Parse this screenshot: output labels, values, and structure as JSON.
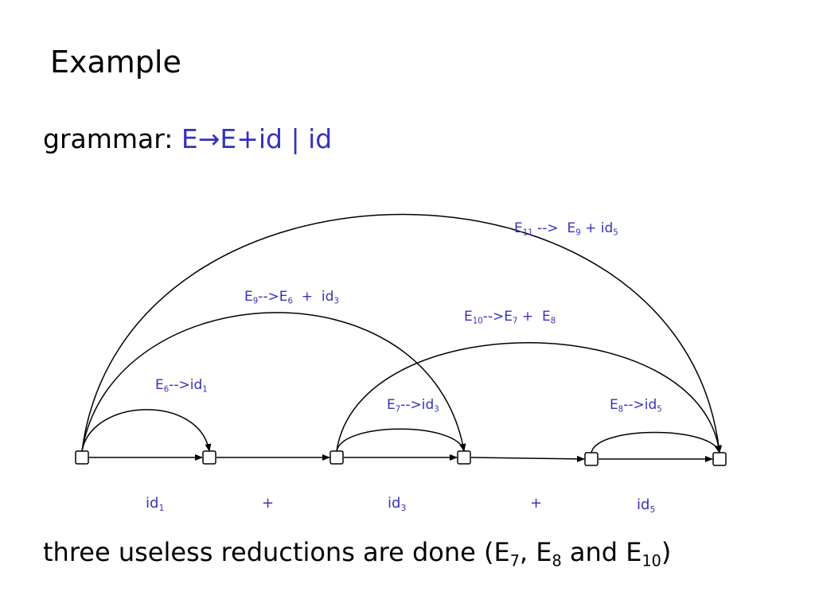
{
  "slide": {
    "title": "Example",
    "grammar_prefix": "grammar:",
    "grammar_rule": "E→E+id | id",
    "footer": {
      "text": "three useless reductions are done (E",
      "sub1": "7",
      "sep1": ", E",
      "sub2": "8",
      "sep2": " and E",
      "sub3": "10",
      "end": ")"
    }
  },
  "tokens": [
    {
      "base": "id",
      "sub": "1"
    },
    {
      "base": "+",
      "sub": ""
    },
    {
      "base": "id",
      "sub": "3"
    },
    {
      "base": "+",
      "sub": ""
    },
    {
      "base": "id",
      "sub": "5"
    }
  ],
  "edges": [
    {
      "lhs": "E",
      "lhs_sub": "6",
      "arrow": "-->",
      "rhs1": "id",
      "rhs1_sub": "1",
      "plus": "",
      "rhs2": "",
      "rhs2_sub": ""
    },
    {
      "lhs": "E",
      "lhs_sub": "7",
      "arrow": "-->",
      "rhs1": "id",
      "rhs1_sub": "3",
      "plus": "",
      "rhs2": "",
      "rhs2_sub": ""
    },
    {
      "lhs": "E",
      "lhs_sub": "8",
      "arrow": "-->",
      "rhs1": "id",
      "rhs1_sub": "5",
      "plus": "",
      "rhs2": "",
      "rhs2_sub": ""
    },
    {
      "lhs": "E",
      "lhs_sub": "9",
      "arrow": "-->",
      "rhs1": "E",
      "rhs1_sub": "6",
      "plus": "  +  ",
      "rhs2": "id",
      "rhs2_sub": "3"
    },
    {
      "lhs": "E",
      "lhs_sub": "10",
      "arrow": "-->",
      "rhs1": "E",
      "rhs1_sub": "7",
      "plus": " +  ",
      "rhs2": "E",
      "rhs2_sub": "8"
    },
    {
      "lhs": "E",
      "lhs_sub": "11",
      "arrow": " -->  ",
      "rhs1": "E",
      "rhs1_sub": "9",
      "plus": " + ",
      "rhs2": "id",
      "rhs2_sub": "5"
    }
  ],
  "colors": {
    "accent": "#3333bb",
    "text": "#000000"
  }
}
